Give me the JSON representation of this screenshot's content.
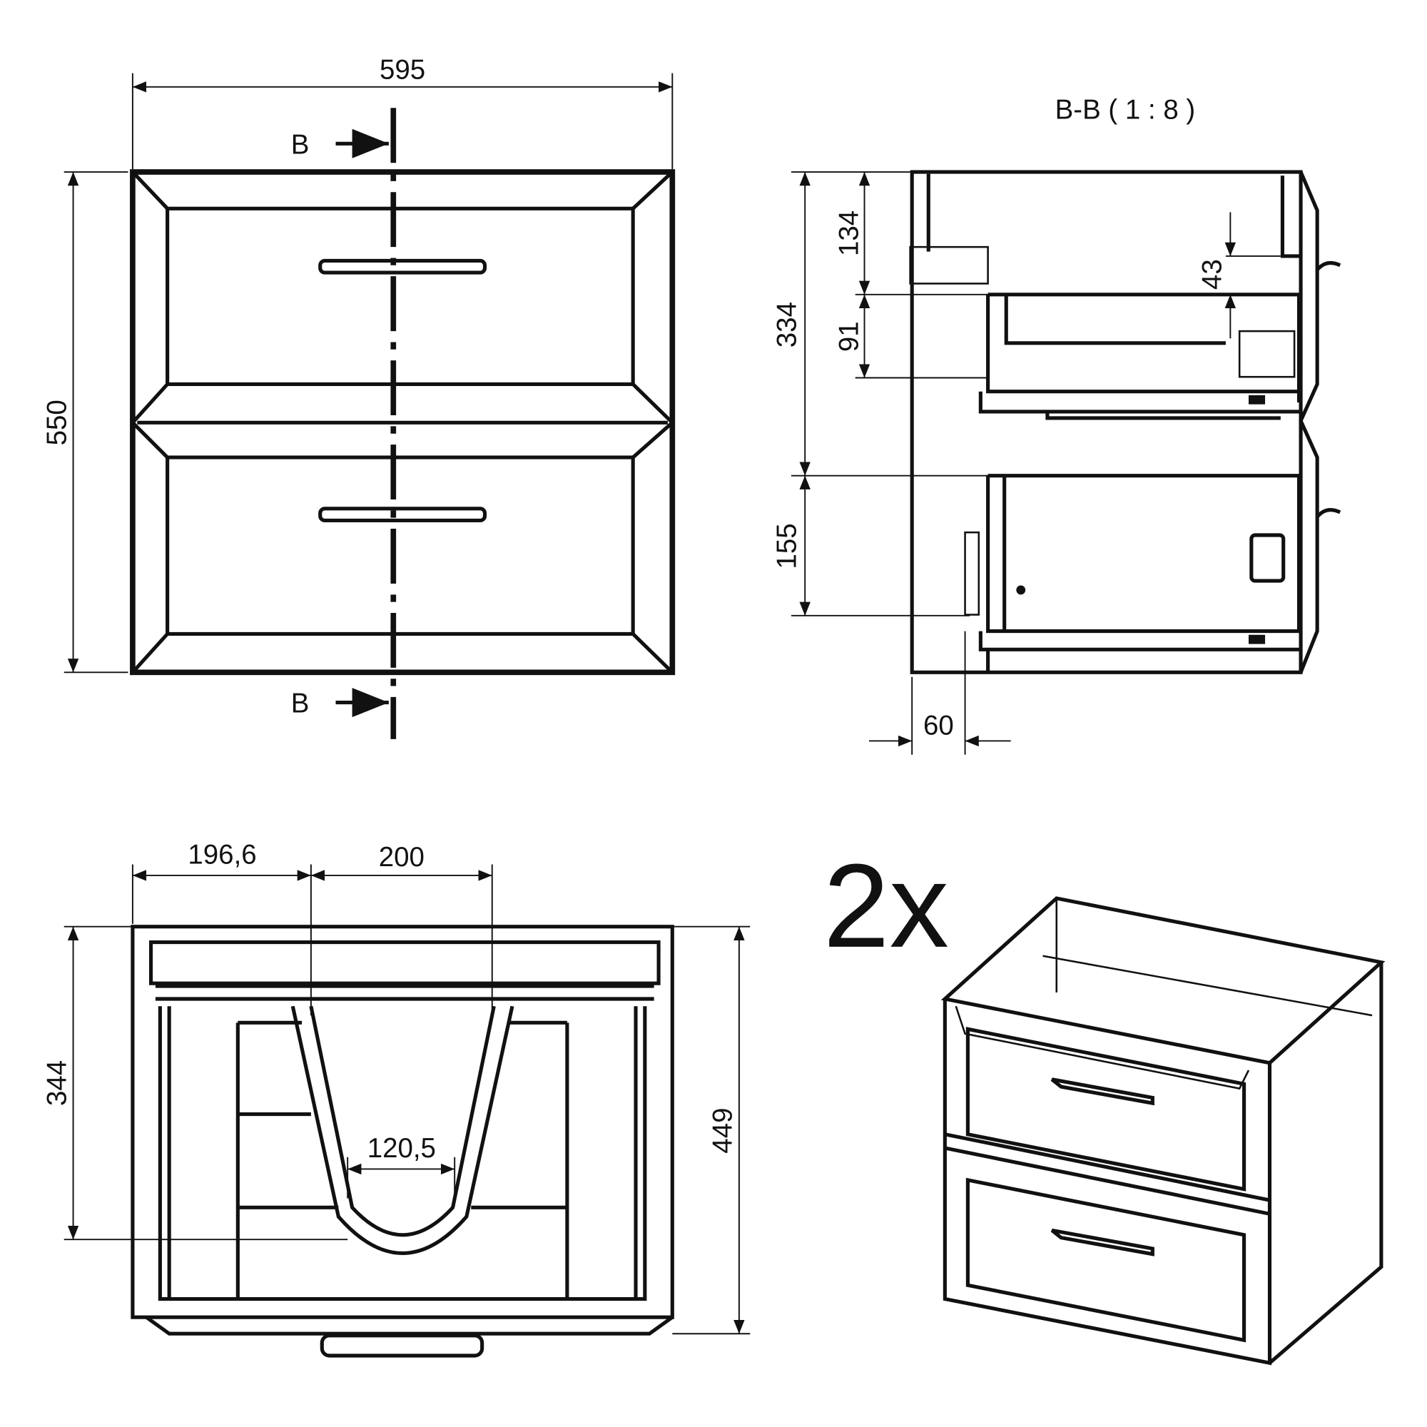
{
  "front_view": {
    "width_dim": "595",
    "height_dim": "550",
    "section_mark_top": "B",
    "section_mark_bottom": "B"
  },
  "section_view": {
    "title": "B-B ( 1 : 8 )",
    "dims": {
      "total": "334",
      "top": "134",
      "gap": "91",
      "offset": "43",
      "lower": "155",
      "depth": "60"
    }
  },
  "top_view": {
    "dims": {
      "left": "196,6",
      "center": "200",
      "cutout": "120,5",
      "depth_inner": "344",
      "depth_total": "449"
    }
  },
  "iso_view": {
    "quantity": "2x"
  },
  "colors": {
    "line": "#111111",
    "background": "#ffffff"
  }
}
